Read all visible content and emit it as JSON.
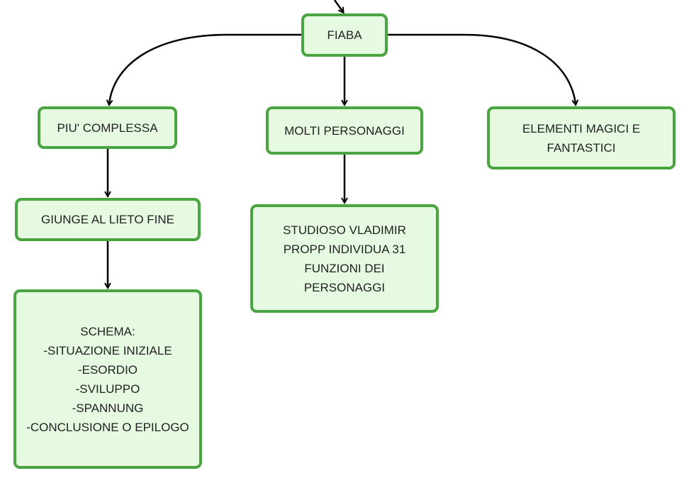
{
  "nodes": {
    "fiaba": "FIABA",
    "piu_complessa": "PIU' COMPLESSA",
    "molti_personaggi": "MOLTI PERSONAGGI",
    "elementi_magici": "ELEMENTI MAGICI E\nFANTASTICI",
    "giunge_lieto_fine": "GIUNGE AL LIETO FINE",
    "studioso_propp": "STUDIOSO VLADIMIR\nPROPP INDIVIDUA 31\nFUNZIONI DEI\nPERSONAGGI",
    "schema": "SCHEMA:\n-SITUAZIONE INIZIALE\n-ESORDIO\n-SVILUPPO\n-SPANNUNG\n-CONCLUSIONE O EPILOGO"
  },
  "edges": [
    {
      "from": "offscreen-parent",
      "to": "fiaba"
    },
    {
      "from": "fiaba",
      "to": "piu_complessa"
    },
    {
      "from": "fiaba",
      "to": "molti_personaggi"
    },
    {
      "from": "fiaba",
      "to": "elementi_magici"
    },
    {
      "from": "piu_complessa",
      "to": "giunge_lieto_fine"
    },
    {
      "from": "giunge_lieto_fine",
      "to": "schema"
    },
    {
      "from": "molti_personaggi",
      "to": "studioso_propp"
    }
  ],
  "colors": {
    "node_fill": "#e6f9e1",
    "node_border": "#4aa43f",
    "connector": "#000000",
    "text": "#222222",
    "background": "#ffffff"
  }
}
